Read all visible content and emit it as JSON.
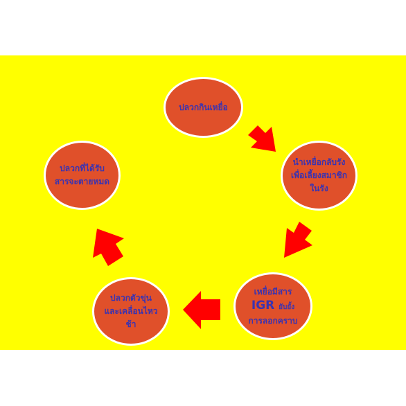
{
  "colors": {
    "background": "#ffff00",
    "node_fill": "#e0502a",
    "node_text": "#3b33b0",
    "arrow": "#ff0000"
  },
  "nodes": {
    "top": {
      "lines": [
        "ปลวกกินเหยื่อ"
      ]
    },
    "right": {
      "lines": [
        "นำเหยื่อกลับรัง",
        "เพื่อเลี้ยงสมาชิก",
        "ในรัง"
      ]
    },
    "bottom_right": {
      "line1": "เหยื่อมีสาร",
      "igr": "IGR",
      "igr_suffix": "ยับยั้ง",
      "line3": "การลอกคราบ"
    },
    "bottom_left": {
      "lines": [
        "ปลวกตัวขุ่น",
        "และเคลื่อนไหว",
        "ช้า"
      ]
    },
    "left": {
      "lines": [
        "ปลวกที่ได้รับ",
        "สารจะตายหมด"
      ]
    }
  }
}
